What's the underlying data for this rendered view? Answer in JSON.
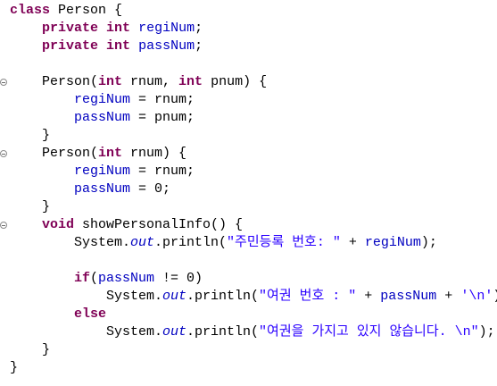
{
  "editor": {
    "colors": {
      "keyword": "#7f0055",
      "field": "#0000c0",
      "string": "#2a00ff",
      "text": "#000000",
      "background": "#ffffff"
    },
    "lines": [
      {
        "indent": 0,
        "fold": false,
        "tokens": [
          {
            "text": "class",
            "kind": "kw"
          },
          {
            "text": " Person {",
            "kind": "plain"
          }
        ]
      },
      {
        "indent": 1,
        "fold": false,
        "tokens": [
          {
            "text": "private",
            "kind": "kw"
          },
          {
            "text": " ",
            "kind": "plain"
          },
          {
            "text": "int",
            "kind": "kw"
          },
          {
            "text": " ",
            "kind": "plain"
          },
          {
            "text": "regiNum",
            "kind": "field"
          },
          {
            "text": ";",
            "kind": "plain"
          }
        ]
      },
      {
        "indent": 1,
        "fold": false,
        "tokens": [
          {
            "text": "private",
            "kind": "kw"
          },
          {
            "text": " ",
            "kind": "plain"
          },
          {
            "text": "int",
            "kind": "kw"
          },
          {
            "text": " ",
            "kind": "plain"
          },
          {
            "text": "passNum",
            "kind": "field"
          },
          {
            "text": ";",
            "kind": "plain"
          }
        ]
      },
      {
        "indent": 0,
        "fold": false,
        "tokens": []
      },
      {
        "indent": 1,
        "fold": true,
        "tokens": [
          {
            "text": "Person(",
            "kind": "plain"
          },
          {
            "text": "int",
            "kind": "kw"
          },
          {
            "text": " rnum, ",
            "kind": "plain"
          },
          {
            "text": "int",
            "kind": "kw"
          },
          {
            "text": " pnum) {",
            "kind": "plain"
          }
        ]
      },
      {
        "indent": 2,
        "fold": false,
        "tokens": [
          {
            "text": "regiNum",
            "kind": "field"
          },
          {
            "text": " = rnum;",
            "kind": "plain"
          }
        ]
      },
      {
        "indent": 2,
        "fold": false,
        "tokens": [
          {
            "text": "passNum",
            "kind": "field"
          },
          {
            "text": " = pnum;",
            "kind": "plain"
          }
        ]
      },
      {
        "indent": 1,
        "fold": false,
        "tokens": [
          {
            "text": "}",
            "kind": "plain"
          }
        ]
      },
      {
        "indent": 1,
        "fold": true,
        "tokens": [
          {
            "text": "Person(",
            "kind": "plain"
          },
          {
            "text": "int",
            "kind": "kw"
          },
          {
            "text": " rnum) {",
            "kind": "plain"
          }
        ]
      },
      {
        "indent": 2,
        "fold": false,
        "tokens": [
          {
            "text": "regiNum",
            "kind": "field"
          },
          {
            "text": " = rnum;",
            "kind": "plain"
          }
        ]
      },
      {
        "indent": 2,
        "fold": false,
        "tokens": [
          {
            "text": "passNum",
            "kind": "field"
          },
          {
            "text": " = 0;",
            "kind": "plain"
          }
        ]
      },
      {
        "indent": 1,
        "fold": false,
        "tokens": [
          {
            "text": "}",
            "kind": "plain"
          }
        ]
      },
      {
        "indent": 1,
        "fold": true,
        "tokens": [
          {
            "text": "void",
            "kind": "kw"
          },
          {
            "text": " showPersonalInfo() {",
            "kind": "plain"
          }
        ]
      },
      {
        "indent": 2,
        "fold": false,
        "tokens": [
          {
            "text": "System.",
            "kind": "plain"
          },
          {
            "text": "out",
            "kind": "field-ital"
          },
          {
            "text": ".println(",
            "kind": "plain"
          },
          {
            "text": "\"주민등록 번호: \"",
            "kind": "str"
          },
          {
            "text": " + ",
            "kind": "plain"
          },
          {
            "text": "regiNum",
            "kind": "field"
          },
          {
            "text": ");",
            "kind": "plain"
          }
        ]
      },
      {
        "indent": 0,
        "fold": false,
        "tokens": []
      },
      {
        "indent": 2,
        "fold": false,
        "tokens": [
          {
            "text": "if",
            "kind": "kw"
          },
          {
            "text": "(",
            "kind": "plain"
          },
          {
            "text": "passNum",
            "kind": "field"
          },
          {
            "text": " != 0)",
            "kind": "plain"
          }
        ]
      },
      {
        "indent": 3,
        "fold": false,
        "tokens": [
          {
            "text": "System.",
            "kind": "plain"
          },
          {
            "text": "out",
            "kind": "field-ital"
          },
          {
            "text": ".println(",
            "kind": "plain"
          },
          {
            "text": "\"여권 번호 : \"",
            "kind": "str"
          },
          {
            "text": " + ",
            "kind": "plain"
          },
          {
            "text": "passNum",
            "kind": "field"
          },
          {
            "text": " + ",
            "kind": "plain"
          },
          {
            "text": "'\\n'",
            "kind": "str"
          },
          {
            "text": ");",
            "kind": "plain"
          }
        ]
      },
      {
        "indent": 2,
        "fold": false,
        "tokens": [
          {
            "text": "else",
            "kind": "kw"
          }
        ]
      },
      {
        "indent": 3,
        "fold": false,
        "tokens": [
          {
            "text": "System.",
            "kind": "plain"
          },
          {
            "text": "out",
            "kind": "field-ital"
          },
          {
            "text": ".println(",
            "kind": "plain"
          },
          {
            "text": "\"여권을 가지고 있지 않습니다. \\n\"",
            "kind": "str"
          },
          {
            "text": ");",
            "kind": "plain"
          }
        ]
      },
      {
        "indent": 1,
        "fold": false,
        "tokens": [
          {
            "text": "}",
            "kind": "plain"
          }
        ]
      },
      {
        "indent": 0,
        "fold": false,
        "tokens": [
          {
            "text": "}",
            "kind": "plain"
          }
        ]
      }
    ]
  }
}
